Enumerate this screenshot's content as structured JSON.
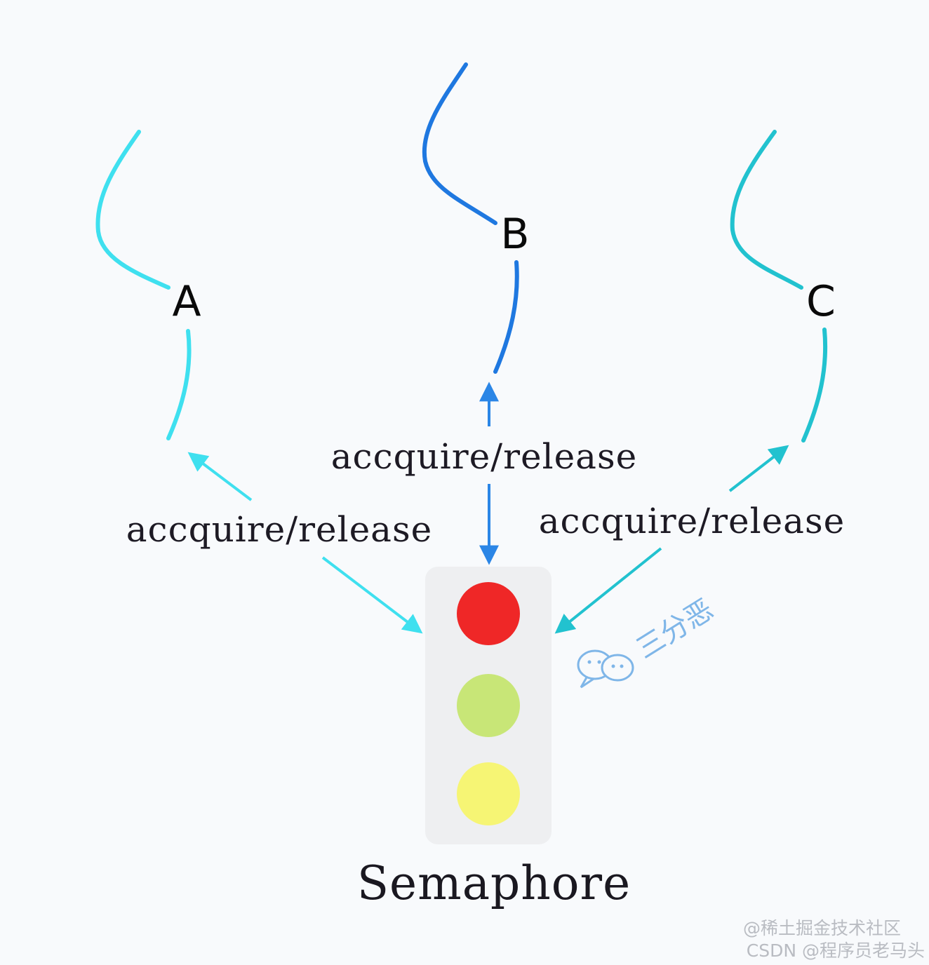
{
  "threads": [
    {
      "label": "A",
      "color": "#3fe0ef"
    },
    {
      "label": "B",
      "color": "#1f78e0"
    },
    {
      "label": "C",
      "color": "#22c2cf"
    }
  ],
  "operations": {
    "a": "accquire/release",
    "b": "accquire/release",
    "c": "accquire/release"
  },
  "semaphore": {
    "title": "Semaphore",
    "lights": [
      {
        "name": "red",
        "color": "#ef2727"
      },
      {
        "name": "green",
        "color": "#c8e677"
      },
      {
        "name": "yellow",
        "color": "#f6f574"
      }
    ],
    "housing_color": "#eeeff1"
  },
  "watermark": {
    "icon": "wechat-icon",
    "text": "三分恶"
  },
  "footer": {
    "line1": "@稀土掘金技术社区",
    "line2": "CSDN @程序员老马头"
  }
}
